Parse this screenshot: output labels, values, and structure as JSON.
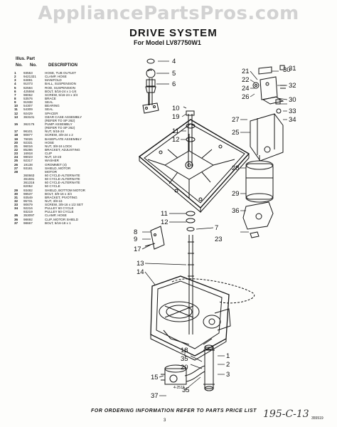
{
  "watermark": "AppliancePartsPros.com",
  "title": "DRIVE SYSTEM",
  "model": "For Model LV87750W1",
  "table": {
    "head_line1": "Illus. Part",
    "col_ref": "No.",
    "col_part": "No.",
    "col_desc": "DESCRIPTION",
    "rows": [
      {
        "ref": "1",
        "part": "93553",
        "desc": "HOSE, TUB OUTLET"
      },
      {
        "ref": "2",
        "part": "9421321",
        "desc": "CLAMP, HOSE"
      },
      {
        "ref": "3",
        "part": "84891",
        "desc": "MANIFOLD"
      },
      {
        "ref": "4",
        "part": "91073",
        "desc": "BALL, SUSPENSION"
      },
      {
        "ref": "5",
        "part": "82584",
        "desc": "ROD, SUSPENSION"
      },
      {
        "ref": "6",
        "part": "425594",
        "desc": "BOLT, 5/16-24 x 1-1/4"
      },
      {
        "ref": "7",
        "part": "98062",
        "desc": "SCREW, 5/16-24 x 3/4"
      },
      {
        "ref": "8",
        "part": "53576",
        "desc": "BRACE"
      },
      {
        "ref": "9",
        "part": "91938",
        "desc": "SEAL"
      },
      {
        "ref": "10",
        "part": "54307",
        "desc": "BEARING"
      },
      {
        "ref": "11",
        "part": "54309",
        "desc": "SEAL"
      },
      {
        "ref": "12",
        "part": "92429",
        "desc": "SPACER"
      },
      {
        "ref": "13",
        "part": "363101",
        "desc": "GEAR CASE ASSEMBLY"
      },
      {
        "ref": "",
        "part": "",
        "desc": "(REFER TO SP 262)"
      },
      {
        "ref": "15",
        "part": "362175",
        "desc": "PUMP ASSEMBLY"
      },
      {
        "ref": "",
        "part": "",
        "desc": "(REFER TO SP 262)"
      },
      {
        "ref": "17",
        "part": "96101",
        "desc": "NUT, 5/16-24"
      },
      {
        "ref": "18",
        "part": "90877",
        "desc": "SCREW, 3/8-24 x 2"
      },
      {
        "ref": "19",
        "part": "76026",
        "desc": "BASEPLATE ASSEMBLY"
      },
      {
        "ref": "20",
        "part": "92331",
        "desc": "HOSE"
      },
      {
        "ref": "21",
        "part": "96016",
        "desc": "NUT, 3/8-16 LOCK"
      },
      {
        "ref": "22",
        "part": "85286",
        "desc": "BRACKET, ADJUSTING"
      },
      {
        "ref": "23",
        "part": "16918",
        "desc": "CLIP"
      },
      {
        "ref": "24",
        "part": "98023",
        "desc": "NUT, 10-23"
      },
      {
        "ref": "25",
        "part": "92317",
        "desc": "WASHER"
      },
      {
        "ref": "26",
        "part": "19138",
        "desc": "GROMMET (4)"
      },
      {
        "ref": "27",
        "part": "93181",
        "desc": "SHIELD, MOTOR"
      },
      {
        "ref": "28",
        "part": "",
        "desc": "MOTOR"
      },
      {
        "ref": "",
        "part": "360663",
        "desc": "60 CYCLE-ALTERNATE"
      },
      {
        "ref": "",
        "part": "361591",
        "desc": "60 CYCLE-ALTERNATE"
      },
      {
        "ref": "",
        "part": "361316",
        "desc": "60 CYCLE-ALTERNATE"
      },
      {
        "ref": "",
        "part": "82052",
        "desc": "50 CYCLE"
      },
      {
        "ref": "29",
        "part": "93482",
        "desc": "SHIELD, BOTTOM MOTOR"
      },
      {
        "ref": "30",
        "part": "98537",
        "desc": "BOLT, 3/8-16 x 3/4"
      },
      {
        "ref": "31",
        "part": "93549",
        "desc": "BRACKET, PIVOTING"
      },
      {
        "ref": "32",
        "part": "95731",
        "desc": "NUT, 3/8-16"
      },
      {
        "ref": "33",
        "part": "90679",
        "desc": "SCREW, 3/8-16 x 1/2 SET"
      },
      {
        "ref": "34",
        "part": "92216",
        "desc": "PULLEY 60 CYCLE"
      },
      {
        "ref": "",
        "part": "93219",
        "desc": "PULLEY 50 CYCLE"
      },
      {
        "ref": "35",
        "part": "353097",
        "desc": "CLAMP, HOSE"
      },
      {
        "ref": "36",
        "part": "98692",
        "desc": "CLIP, MOTOR SHIELD"
      },
      {
        "ref": "37",
        "part": "98667",
        "desc": "BOLT, 5/16-18 x 1"
      }
    ]
  },
  "callouts": [
    {
      "text": "30"
    },
    {
      "text": "4"
    },
    {
      "text": "5"
    },
    {
      "text": "6"
    },
    {
      "text": "21"
    },
    {
      "text": "22"
    },
    {
      "text": "24"
    },
    {
      "text": "26"
    },
    {
      "text": "31"
    },
    {
      "text": "32"
    },
    {
      "text": "30"
    },
    {
      "text": "33"
    },
    {
      "text": "34"
    },
    {
      "text": "27"
    },
    {
      "text": "25"
    },
    {
      "text": "10"
    },
    {
      "text": "19"
    },
    {
      "text": "11"
    },
    {
      "text": "12"
    },
    {
      "text": "28"
    },
    {
      "text": "29"
    },
    {
      "text": "36"
    },
    {
      "text": "7"
    },
    {
      "text": "11"
    },
    {
      "text": "12"
    },
    {
      "text": "23"
    },
    {
      "text": "8"
    },
    {
      "text": "9"
    },
    {
      "text": "17"
    },
    {
      "text": "13"
    },
    {
      "text": "14"
    },
    {
      "text": "18"
    },
    {
      "text": "35"
    },
    {
      "text": "20"
    },
    {
      "text": "35"
    },
    {
      "text": "1"
    },
    {
      "text": "2"
    },
    {
      "text": "3"
    },
    {
      "text": "15"
    },
    {
      "text": "37"
    }
  ],
  "figure_number": "4-2519",
  "footer": "FOR ORDERING INFORMATION REFER TO PARTS PRICE LIST",
  "page_number": "3",
  "handwritten": "195-C-13",
  "doc_number": "355519",
  "colors": {
    "ink": "#161616",
    "paper": "#fdfdfb",
    "watermark": "#d2d2d2"
  }
}
